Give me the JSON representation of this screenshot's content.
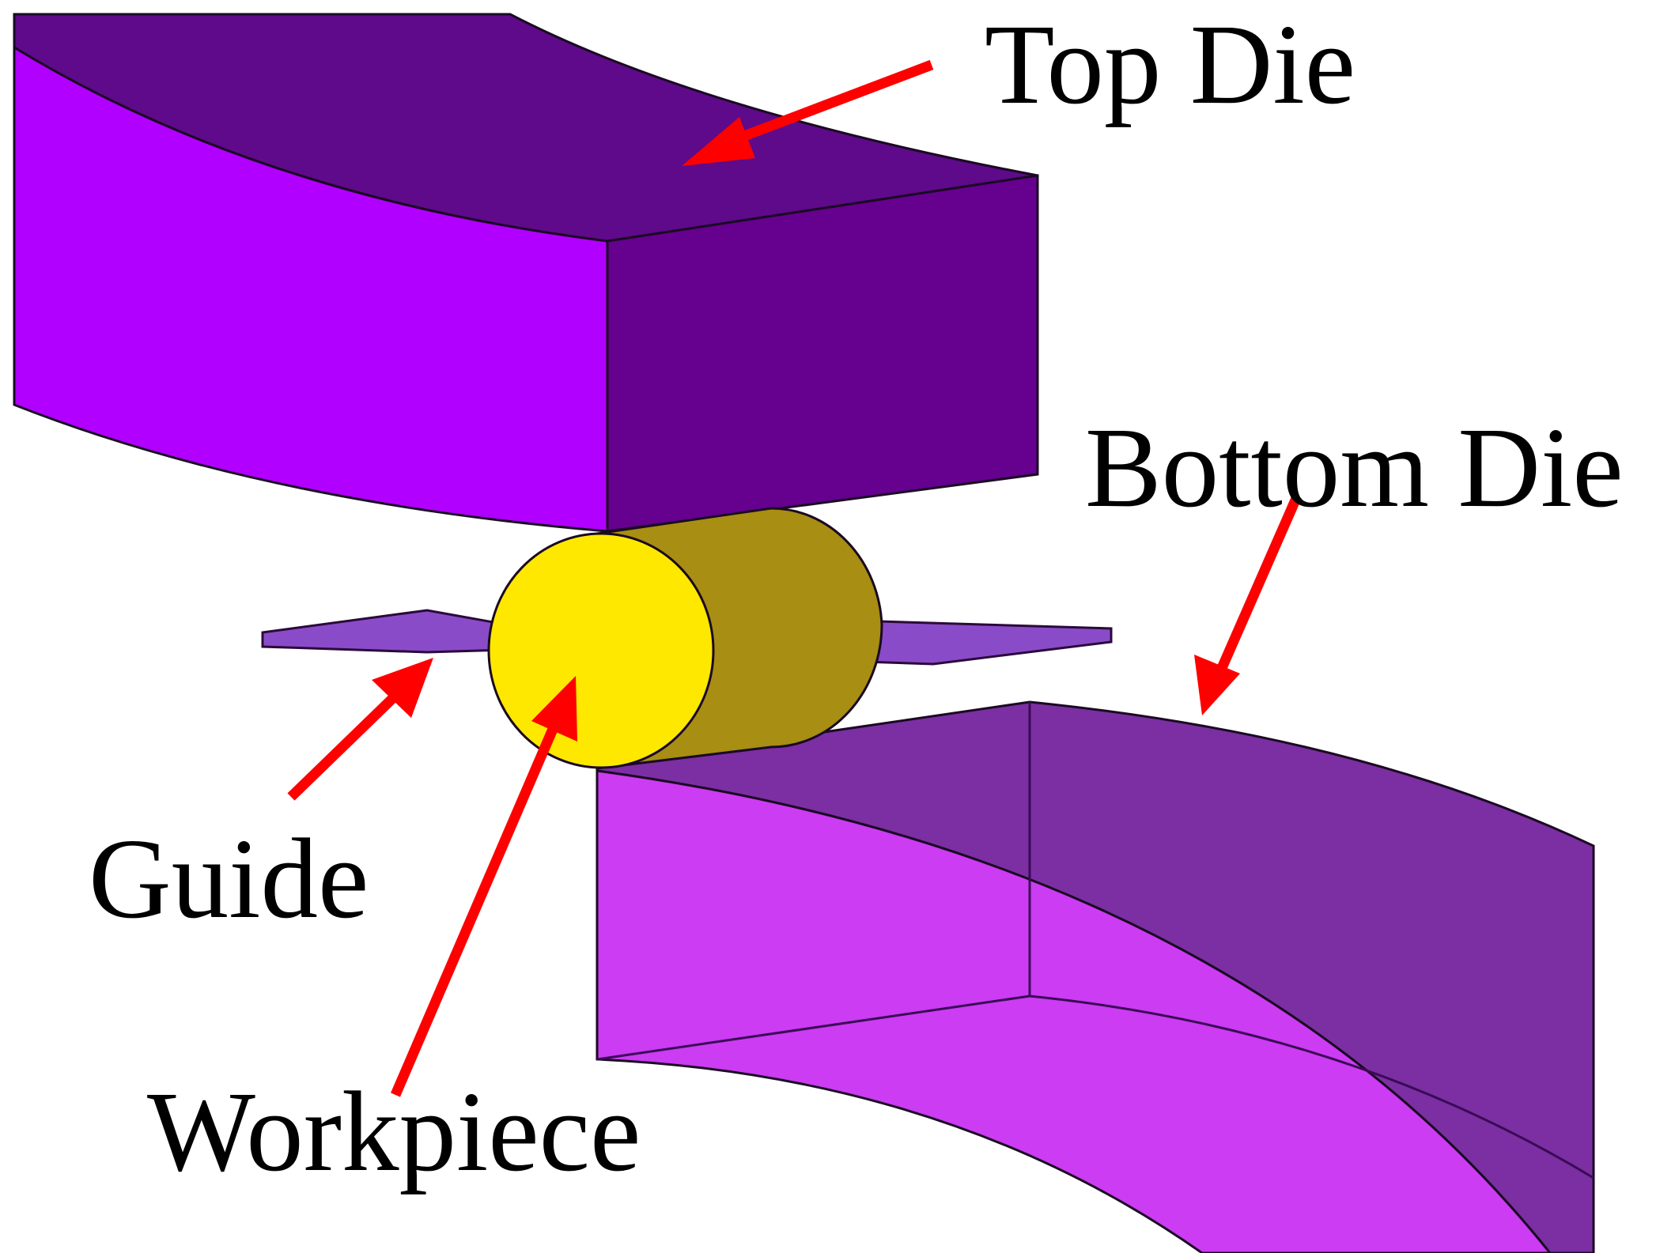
{
  "labels": {
    "top_die": "Top Die",
    "bottom_die": "Bottom Die",
    "guide": "Guide",
    "workpiece": "Workpiece"
  },
  "colors": {
    "die_side": "#b100ff",
    "die_top": "#5e0a8a",
    "die_front": "#65008f",
    "bottom_die_top": "#7b2fa3",
    "bottom_die_front": "#cb3cf2",
    "workpiece_face": "#ffe800",
    "workpiece_body": "#a88e12",
    "guide": "#8a4bc9",
    "arrow": "#ff0000",
    "outline": "#1a0a22"
  }
}
